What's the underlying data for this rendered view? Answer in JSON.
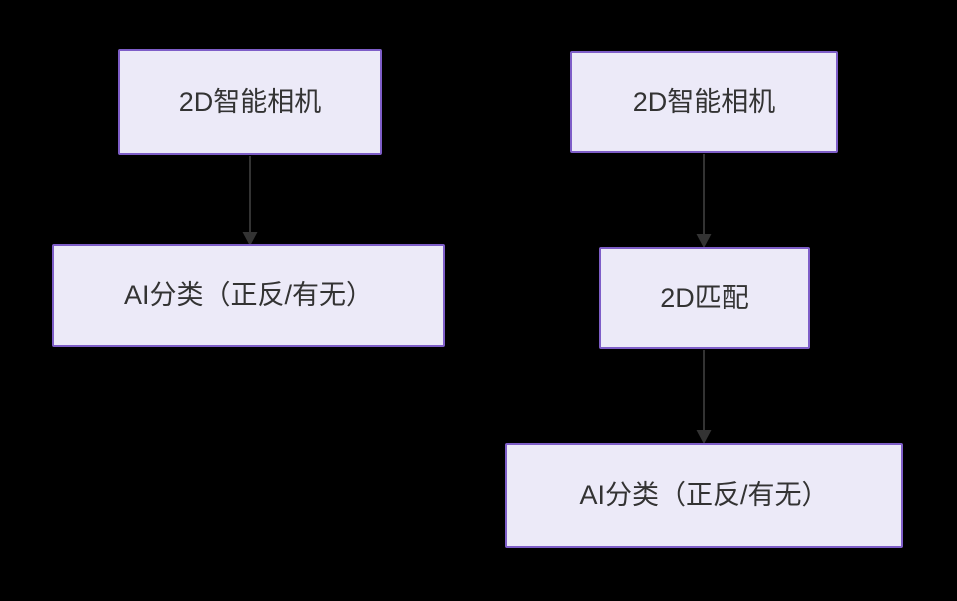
{
  "diagram": {
    "background_color": "#000000",
    "node_fill_color": "#ECEAF8",
    "node_border_color": "#7E5EC8",
    "text_color": "#333333",
    "arrow_color": "#333333",
    "flows": [
      {
        "name": "left-flow",
        "nodes": [
          {
            "id": "camera-left",
            "label": "2D智能相机"
          },
          {
            "id": "ai-classify-left",
            "label": "AI分类（正反/有无）"
          }
        ],
        "edges": [
          {
            "from": "camera-left",
            "to": "ai-classify-left"
          }
        ]
      },
      {
        "name": "right-flow",
        "nodes": [
          {
            "id": "camera-right",
            "label": "2D智能相机"
          },
          {
            "id": "match-2d",
            "label": "2D匹配"
          },
          {
            "id": "ai-classify-right",
            "label": "AI分类（正反/有无）"
          }
        ],
        "edges": [
          {
            "from": "camera-right",
            "to": "match-2d"
          },
          {
            "from": "match-2d",
            "to": "ai-classify-right"
          }
        ]
      }
    ]
  }
}
